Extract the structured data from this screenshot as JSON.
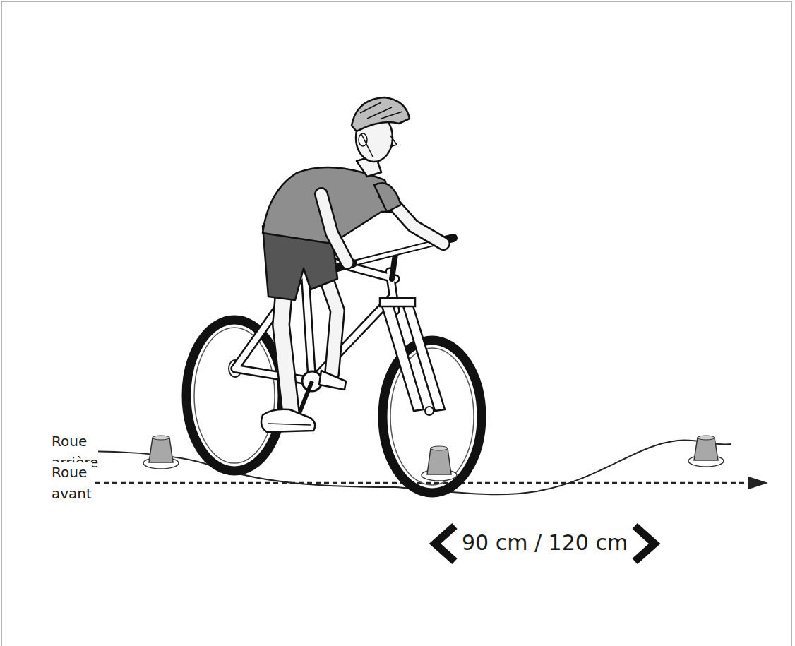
{
  "diagram": {
    "labels": [
      "Roue arrière",
      "Roue avant",
      "90 cm / 120 cm"
    ]
  }
}
